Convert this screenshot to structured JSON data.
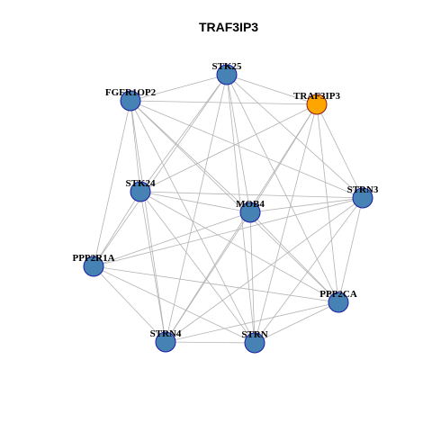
{
  "title": "TRAF3IP3",
  "colors": {
    "node_fill": "#4682B4",
    "node_stroke": "#1a1aa6",
    "focus_fill": "#FFA500",
    "focus_stroke": "#8B1A1A",
    "edge": "#b3b3b3"
  },
  "nodes": [
    {
      "id": "STK25",
      "label": "STK25",
      "focus": false
    },
    {
      "id": "FGFR1OP2",
      "label": "FGFR1OP2",
      "focus": false
    },
    {
      "id": "TRAF3IP3",
      "label": "TRAF3IP3",
      "focus": true
    },
    {
      "id": "STK24",
      "label": "STK24",
      "focus": false
    },
    {
      "id": "MOB4",
      "label": "MOB4",
      "focus": false
    },
    {
      "id": "STRN3",
      "label": "STRN3",
      "focus": false
    },
    {
      "id": "PPP2R1A",
      "label": "PPP2R1A",
      "focus": false
    },
    {
      "id": "PPP2CA",
      "label": "PPP2CA",
      "focus": false
    },
    {
      "id": "STRN4",
      "label": "STRN4",
      "focus": false
    },
    {
      "id": "STRN",
      "label": "STRN",
      "focus": false
    }
  ],
  "edges": [
    [
      "STK25",
      "FGFR1OP2"
    ],
    [
      "STK25",
      "TRAF3IP3"
    ],
    [
      "STK25",
      "STK24"
    ],
    [
      "STK25",
      "MOB4"
    ],
    [
      "STK25",
      "STRN3"
    ],
    [
      "STK25",
      "PPP2R1A"
    ],
    [
      "STK25",
      "PPP2CA"
    ],
    [
      "STK25",
      "STRN4"
    ],
    [
      "STK25",
      "STRN"
    ],
    [
      "FGFR1OP2",
      "TRAF3IP3"
    ],
    [
      "FGFR1OP2",
      "STK24"
    ],
    [
      "FGFR1OP2",
      "MOB4"
    ],
    [
      "FGFR1OP2",
      "STRN3"
    ],
    [
      "FGFR1OP2",
      "PPP2R1A"
    ],
    [
      "FGFR1OP2",
      "PPP2CA"
    ],
    [
      "FGFR1OP2",
      "STRN4"
    ],
    [
      "FGFR1OP2",
      "STRN"
    ],
    [
      "TRAF3IP3",
      "STK24"
    ],
    [
      "TRAF3IP3",
      "MOB4"
    ],
    [
      "TRAF3IP3",
      "STRN3"
    ],
    [
      "TRAF3IP3",
      "PPP2CA"
    ],
    [
      "TRAF3IP3",
      "STRN4"
    ],
    [
      "TRAF3IP3",
      "STRN"
    ],
    [
      "STK24",
      "MOB4"
    ],
    [
      "STK24",
      "STRN3"
    ],
    [
      "STK24",
      "PPP2R1A"
    ],
    [
      "STK24",
      "PPP2CA"
    ],
    [
      "STK24",
      "STRN4"
    ],
    [
      "STK24",
      "STRN"
    ],
    [
      "MOB4",
      "STRN3"
    ],
    [
      "MOB4",
      "PPP2R1A"
    ],
    [
      "MOB4",
      "PPP2CA"
    ],
    [
      "MOB4",
      "STRN4"
    ],
    [
      "MOB4",
      "STRN"
    ],
    [
      "STRN3",
      "PPP2R1A"
    ],
    [
      "STRN3",
      "PPP2CA"
    ],
    [
      "STRN3",
      "STRN4"
    ],
    [
      "STRN3",
      "STRN"
    ],
    [
      "PPP2R1A",
      "PPP2CA"
    ],
    [
      "PPP2R1A",
      "STRN4"
    ],
    [
      "PPP2R1A",
      "STRN"
    ],
    [
      "PPP2CA",
      "STRN4"
    ],
    [
      "PPP2CA",
      "STRN"
    ],
    [
      "STRN4",
      "STRN"
    ]
  ]
}
